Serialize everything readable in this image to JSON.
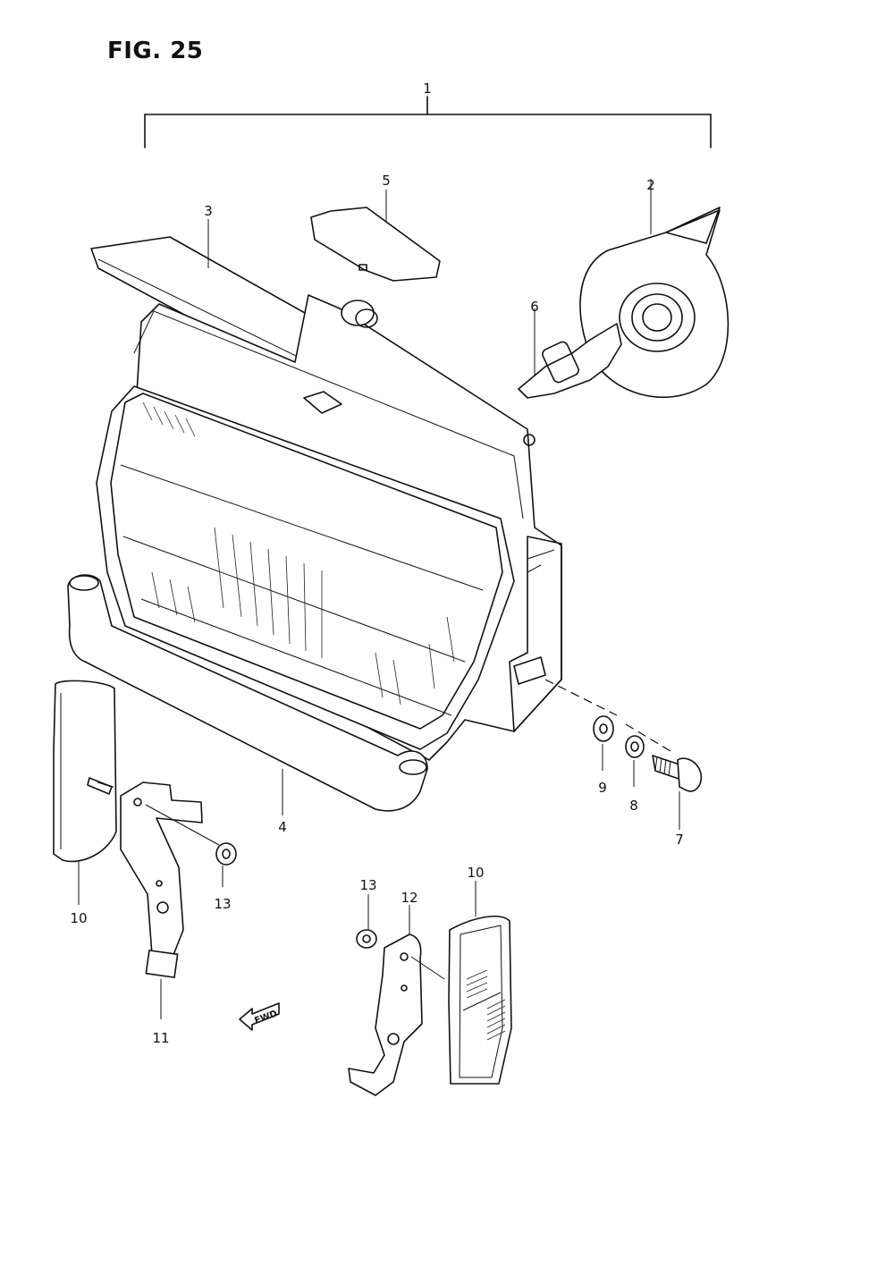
{
  "figure": {
    "title": "FIG. 25",
    "fwd_label": "FWD"
  },
  "callouts": {
    "c1": "1",
    "c2": "2",
    "c3": "3",
    "c4": "4",
    "c5": "5",
    "c6": "6",
    "c7": "7",
    "c8": "8",
    "c9": "9",
    "c10_left": "10",
    "c10_right": "10",
    "c11": "11",
    "c12": "12",
    "c13_left": "13",
    "c13_right": "13"
  }
}
